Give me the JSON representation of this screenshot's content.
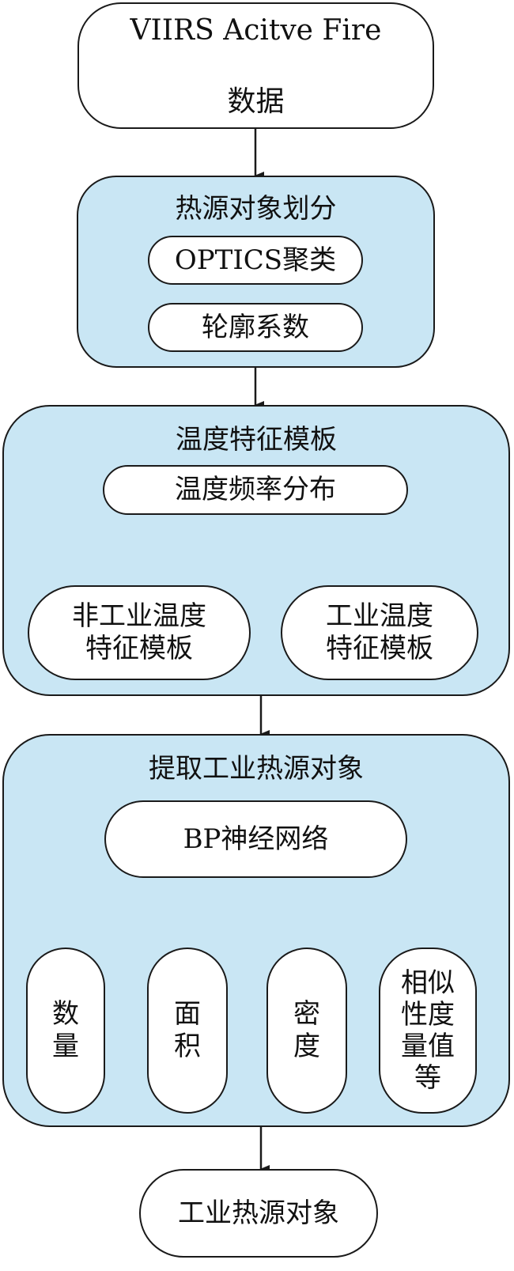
{
  "source": {
    "line1": "VIIRS Acitve Fire",
    "line2": "数据"
  },
  "group1": {
    "title": "热源对象划分",
    "item1": "OPTICS聚类",
    "item2": "轮廓系数"
  },
  "group2": {
    "title": "温度特征模板",
    "freq": "温度频率分布",
    "left": "非工业温度\n特征模板",
    "right": "工业温度\n特征模板"
  },
  "group3": {
    "title": "提取工业热源对象",
    "bp": "BP神经网络",
    "features": [
      "数\n量",
      "面\n积",
      "密\n度",
      "相似\n性度\n量值\n等"
    ]
  },
  "result": "工业热源对象",
  "colors": {
    "group_fill": "#c9e6f4",
    "stroke": "#1a1a1a",
    "node_fill": "#ffffff"
  }
}
